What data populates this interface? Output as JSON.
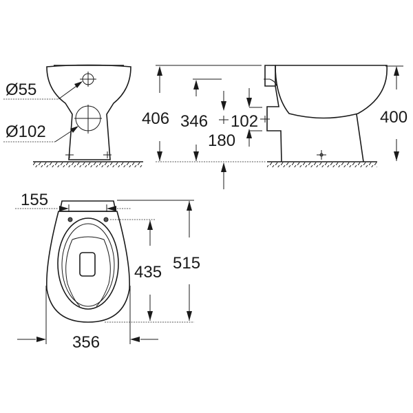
{
  "drawing": {
    "front_view": {
      "outlet_diameter_small": "Ø55",
      "outlet_diameter_large": "Ø102"
    },
    "side_view": {
      "overall_height": "406",
      "inlet_height": "346",
      "outlet_height_diff": "102",
      "outlet_height": "180",
      "rim_height": "400"
    },
    "top_view": {
      "hinge_spacing": "155",
      "depth_total": "515",
      "hinge_to_front": "435",
      "width": "356"
    }
  }
}
